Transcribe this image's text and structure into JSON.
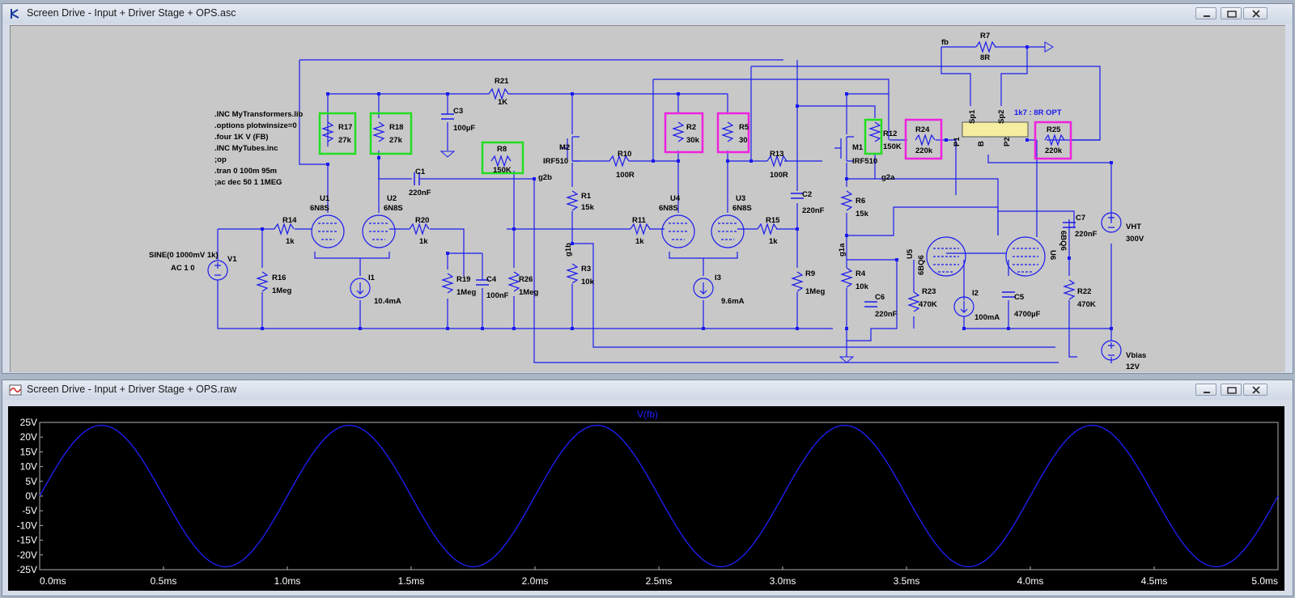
{
  "schematic_window": {
    "title": "Screen Drive - Input + Driver Stage + OPS.asc",
    "spice_directives": [
      ".INC MyTransformers.lib",
      ".options plotwinsize=0",
      ".four 1K V (FB)",
      ".INC MyTubes.inc",
      ";op",
      ".tran 0 100m 95m",
      ";ac dec 50 1 1MEG"
    ],
    "source_label": "SINE(0 1000mV 1k)",
    "source_ac": "AC 1 0",
    "components": {
      "V1": {
        "name": "V1"
      },
      "R14": {
        "name": "R14",
        "value": "1k"
      },
      "R16": {
        "name": "R16",
        "value": "1Meg"
      },
      "R17": {
        "name": "R17",
        "value": "27k"
      },
      "R18": {
        "name": "R18",
        "value": "27k"
      },
      "U1": {
        "name": "U1",
        "value": "6N8S"
      },
      "U2": {
        "name": "U2",
        "value": "6N8S"
      },
      "I1": {
        "name": "I1",
        "value": "10.4mA"
      },
      "C3": {
        "name": "C3",
        "value": "100µF"
      },
      "R21": {
        "name": "R21",
        "value": "1K"
      },
      "C1": {
        "name": "C1",
        "value": "220nF"
      },
      "R20": {
        "name": "R20",
        "value": "1k"
      },
      "R19": {
        "name": "R19",
        "value": "1Meg"
      },
      "C4": {
        "name": "C4",
        "value": "100nF"
      },
      "R8": {
        "name": "R8",
        "value": "150K"
      },
      "R26": {
        "name": "R26",
        "value": "1Meg"
      },
      "M2": {
        "name": "M2",
        "value": "IRF510"
      },
      "R1": {
        "name": "R1",
        "value": "15k"
      },
      "R3": {
        "name": "R3",
        "value": "10k"
      },
      "R10": {
        "name": "R10",
        "value": "100R"
      },
      "R11": {
        "name": "R11",
        "value": "1k"
      },
      "R2": {
        "name": "R2",
        "value": "30k"
      },
      "R5": {
        "name": "R5",
        "value": "30"
      },
      "U4": {
        "name": "U4",
        "value": "6N8S"
      },
      "U3": {
        "name": "U3",
        "value": "6N8S"
      },
      "I3": {
        "name": "I3",
        "value": "9.6mA"
      },
      "R13": {
        "name": "R13",
        "value": "100R"
      },
      "R15": {
        "name": "R15",
        "value": "1k"
      },
      "C2": {
        "name": "C2",
        "value": "220nF"
      },
      "R9": {
        "name": "R9",
        "value": "1Meg"
      },
      "M1": {
        "name": "M1",
        "value": "IRF510"
      },
      "R6": {
        "name": "R6",
        "value": "15k"
      },
      "R4": {
        "name": "R4",
        "value": "10k"
      },
      "C6": {
        "name": "C6",
        "value": "220nF"
      },
      "R12": {
        "name": "R12",
        "value": "150K"
      },
      "R24": {
        "name": "R24",
        "value": "220k"
      },
      "R23": {
        "name": "R23",
        "value": "470K"
      },
      "U5": {
        "name": "U5",
        "value": "6BQ6"
      },
      "U6": {
        "name": "U6",
        "value": "6BQ6"
      },
      "I2": {
        "name": "I2",
        "value": "100mA"
      },
      "C5": {
        "name": "C5",
        "value": "4700µF"
      },
      "R25": {
        "name": "R25",
        "value": "220k"
      },
      "C7": {
        "name": "C7",
        "value": "220nF"
      },
      "R22": {
        "name": "R22",
        "value": "470K"
      },
      "R7": {
        "name": "R7",
        "value": "8R"
      },
      "VHT": {
        "name": "VHT",
        "value": "300V"
      },
      "Vbias": {
        "name": "Vbias",
        "value": "12V"
      }
    },
    "transformer": {
      "label": "1k7 : 8R OPT",
      "pins": [
        "P1",
        "Sp1",
        "B",
        "Sp2",
        "P2"
      ]
    },
    "net_labels": [
      "fb",
      "g2b",
      "g1b",
      "g2a",
      "g1a"
    ],
    "highlight_colors": {
      "green": "#22dd22",
      "magenta": "#ee22dd"
    },
    "wire_color": "#1a1aee"
  },
  "waveform_window": {
    "title": "Screen Drive - Input + Driver Stage + OPS.raw",
    "chart_data": {
      "type": "line",
      "title": "V(fb)",
      "xlabel": "",
      "ylabel": "",
      "xlim": [
        0,
        5.0
      ],
      "ylim": [
        -25,
        25
      ],
      "x_ticks": [
        "0.0ms",
        "0.5ms",
        "1.0ms",
        "1.5ms",
        "2.0ms",
        "2.5ms",
        "3.0ms",
        "3.5ms",
        "4.0ms",
        "4.5ms",
        "5.0ms"
      ],
      "y_ticks": [
        "25V",
        "20V",
        "15V",
        "10V",
        "5V",
        "0V",
        "-5V",
        "-10V",
        "-15V",
        "-20V",
        "-25V"
      ],
      "series": [
        {
          "name": "V(fb)",
          "color": "#2020ff",
          "amplitude_V": 24,
          "frequency_kHz": 1,
          "x_ms": [
            0,
            0.25,
            0.5,
            0.75,
            1.0,
            1.25,
            1.5,
            1.75,
            2.0,
            2.25,
            2.5,
            2.75,
            3.0,
            3.25,
            3.5,
            3.75,
            4.0,
            4.25,
            4.5,
            4.75,
            5.0
          ],
          "y_V": [
            0,
            24,
            0,
            -24,
            0,
            24,
            0,
            -24,
            0,
            24,
            0,
            -24,
            0,
            24,
            0,
            -24,
            0,
            24,
            0,
            -24,
            0
          ]
        }
      ],
      "background": "#000000",
      "grid": false
    }
  }
}
